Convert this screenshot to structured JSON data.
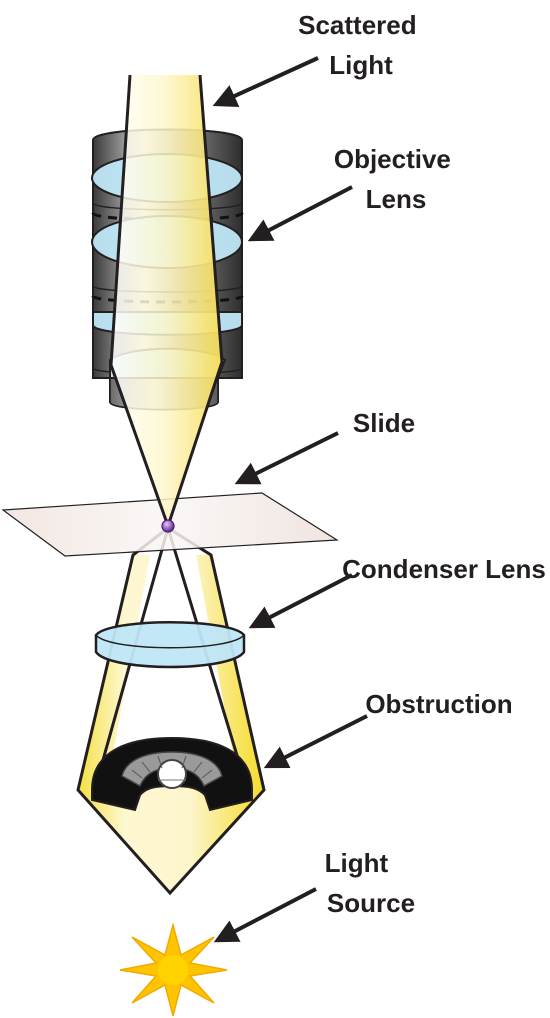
{
  "labels": {
    "scattered_light": [
      "Scattered",
      "Light"
    ],
    "objective_lens": [
      "Objective",
      "Lens"
    ],
    "slide": [
      "Slide"
    ],
    "condenser_lens": [
      "Condenser Lens"
    ],
    "obstruction": [
      "Obstruction"
    ],
    "light_source": [
      "Light",
      "Source"
    ]
  },
  "colors": {
    "ink": "#231f20",
    "lens_fill": "#bfe6f7",
    "barrel_dark": "#4a4a4a",
    "light_beam": "#fbf2b3",
    "beam_edge": "#f2d600",
    "slide_fill": "#f4ece8",
    "specimen": "#7b3fa8",
    "sun": "#ffc400",
    "sun_outline": "#f2a900"
  }
}
